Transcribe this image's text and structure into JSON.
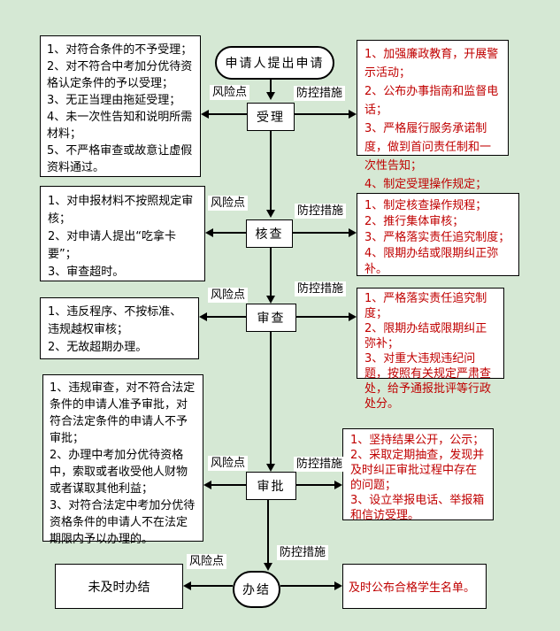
{
  "colors": {
    "background": "#d5e8d4",
    "risk_text": "#000000",
    "measure_text": "#c00000",
    "box_fill": "#ffffff",
    "line": "#000000"
  },
  "flow": {
    "start": "申请人提出申请",
    "risk_label": "风险点",
    "measure_label": "防控措施",
    "levels": [
      {
        "node": "受理",
        "risk": "1、对符合条件的不予受理；\n2、对不符合中考加分优待资格认定条件的予以受理；\n3、无正当理由拖延受理；\n4、未一次性告知和说明所需材料；\n5、不严格审查或故意让虚假资料通过。",
        "measure": "1、加强廉政教育，开展警示活动；\n2、公布办事指南和监督电话；\n3、严格履行服务承诺制度，做到首问责任制和一次性告知；\n4、制定受理操作规定；"
      },
      {
        "node": "核查",
        "risk": "1、对申报材料不按照规定审核；\n2、对申请人提出“吃拿卡要”；\n3、审查超时。",
        "measure": "1、制定核查操作规程；\n2、推行集体审核；\n3、严格落实责任追究制度；\n4、限期办结或限期纠正弥补。"
      },
      {
        "node": "审查",
        "risk": "1、违反程序、不按标准、违规越权审核；\n2、无故超期办理。",
        "measure": "1、严格落实责任追究制度；\n2、限期办结或限期纠正弥补；\n3、对重大违规违纪问题，按照有关规定严肃查处，给予通报批评等行政处分。"
      },
      {
        "node": "审批",
        "risk": "1、违规审查，对不符合法定条件的申请人准予审批，对符合法定条件的申请人不予审批；\n2、办理中考加分优待资格中，索取或者收受他人财物或者谋取其他利益；\n3、对符合法定中考加分优待资格条件的申请人不在法定期限内予以办理的。",
        "measure": "1、坚持结果公开，公示；\n2、采取定期抽查，发现并及时纠正审批过程中存在的问题；\n3、设立举报电话、举报箱和信访受理。"
      },
      {
        "node": "办结",
        "risk": "未及时办结",
        "measure": "及时公布合格学生名单。"
      }
    ]
  }
}
